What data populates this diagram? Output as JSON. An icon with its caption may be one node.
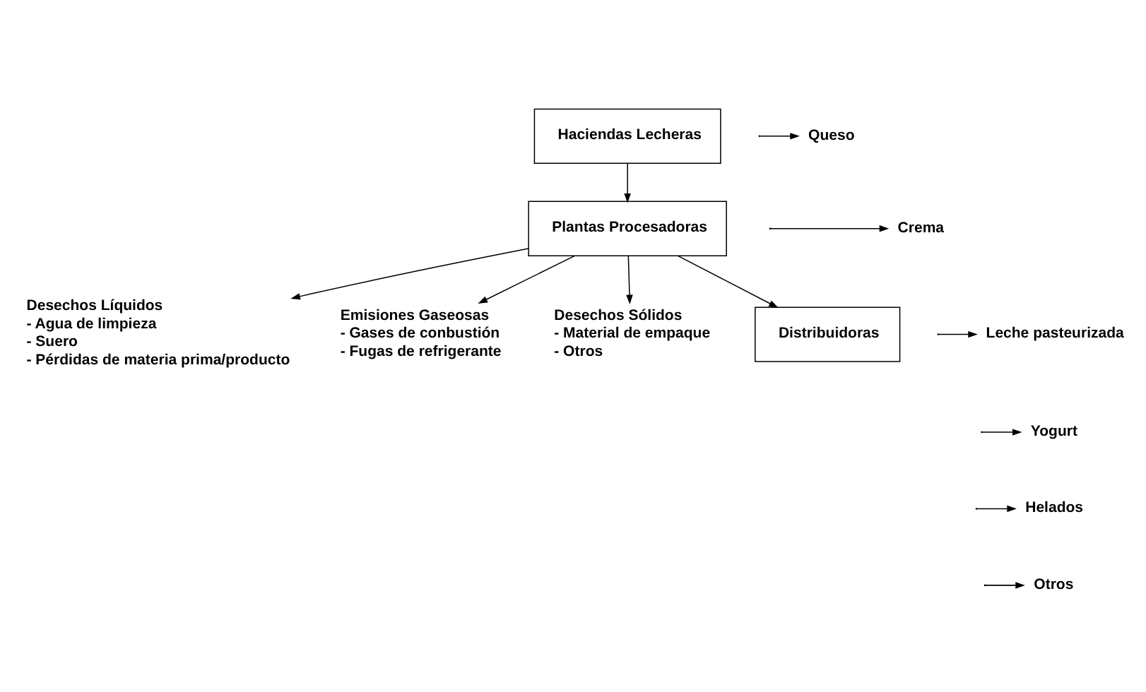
{
  "diagram": {
    "nodes": [
      {
        "text": [
          "Haciendas Lecheras"
        ]
      },
      {
        "text": [
          "Plantas Procesadoras"
        ]
      },
      {
        "text": [
          "Distribuidoras"
        ]
      },
      {
        "text": [
          "Emisiones Gaseosas",
          "- Gases de conbustión",
          "- Fugas de refrigerante"
        ]
      },
      {
        "text": [
          "Desechos Sólidos",
          "- Material de empaque",
          "- Otros"
        ]
      },
      {
        "text": [
          "Desechos Líquidos",
          "- Agua de limpieza",
          "- Suero",
          "- Pérdidas de materia prima/producto"
        ]
      },
      {
        "text": [
          "Queso"
        ]
      },
      {
        "text": [
          "Crema"
        ]
      },
      {
        "text": [
          "Leche pasteurizada"
        ]
      },
      {
        "text": [
          "Yogurt"
        ]
      },
      {
        "text": [
          "Helados"
        ]
      },
      {
        "text": [
          "Otros"
        ]
      }
    ],
    "edges": [
      {
        "from": 0,
        "to": 1,
        "arrow": "to"
      },
      {
        "from": 1,
        "to": 2,
        "arrow": "to"
      },
      {
        "from": 1,
        "to": 3,
        "arrow": "to"
      },
      {
        "from": 1,
        "to": 4,
        "arrow": "to"
      },
      {
        "from": 1,
        "to": 5,
        "arrow": "to"
      },
      {
        "from": null,
        "to": 6,
        "arrow": "to"
      },
      {
        "from": null,
        "to": 7,
        "arrow": "to"
      },
      {
        "from": null,
        "to": 8,
        "arrow": "to"
      },
      {
        "from": null,
        "to": 9,
        "arrow": "to"
      },
      {
        "from": null,
        "to": 10,
        "arrow": "to"
      },
      {
        "from": null,
        "to": 11,
        "arrow": "to"
      }
    ]
  }
}
